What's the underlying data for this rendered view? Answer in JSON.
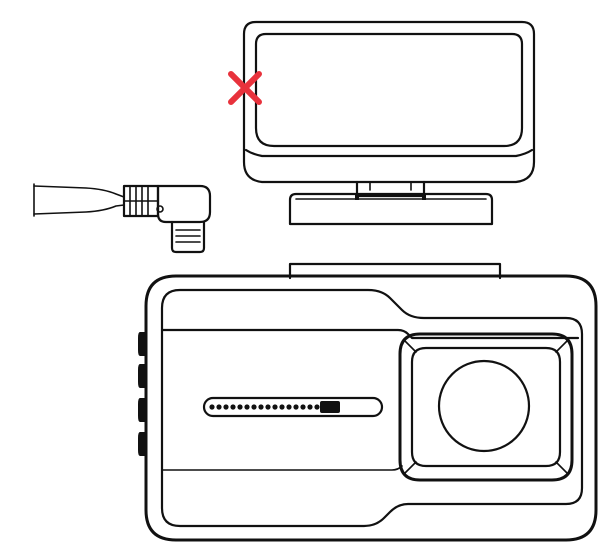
{
  "diagram": {
    "parts": {
      "mount": "adhesive-mount",
      "cable": "power-cable",
      "camera": "dash-camera"
    },
    "marker": {
      "type": "x-mark",
      "color": "#e8323c"
    },
    "line_color": "#111111",
    "background": "#ffffff",
    "speaker_dots": 17
  }
}
